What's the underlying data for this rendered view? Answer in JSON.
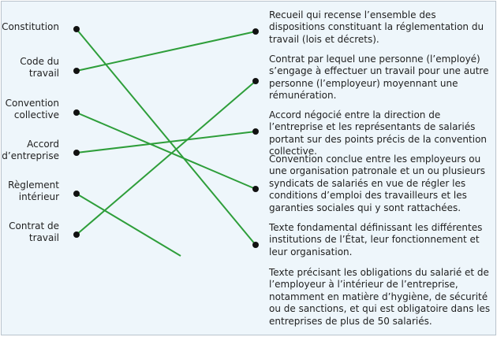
{
  "left_items": [
    {
      "label": "Constitution"
    },
    {
      "label": "Code du\ntravail"
    },
    {
      "label": "Convention\ncollective"
    },
    {
      "label": "Accord\nd’entreprise"
    },
    {
      "label": "Règlement\nintérieur"
    },
    {
      "label": "Contrat de\ntravail"
    }
  ],
  "right_items": [
    {
      "text": "Recueil qui recense l’ensemble des dispositions constituant la réglementation du travail (lois et décrets)."
    },
    {
      "text": "Contrat par lequel une personne (l’employé) s’engage à effectuer un travail pour une autre personne (l’employeur) moyennant une rémunération."
    },
    {
      "text": "Accord négocié entre la direction de l’entreprise et les représentants de salariés portant sur des points précis de la convention collective."
    },
    {
      "text": "Convention conclue entre les employeurs ou une organisation patronale et un ou plusieurs syndicats de salariés en vue de régler les conditions d’emploi des travailleurs et les garanties sociales qui y sont rattachées."
    },
    {
      "text": "Texte fondamental définissant les différentes institutions de l’État, leur fonctionnement et leur organisation."
    },
    {
      "text": "Texte précisant les obligations du salarié et de l’employeur à l’intérieur de l’entreprise, notamment en matière d’hygiène, de sécurité ou de sanctions, et qui est obligatoire dans les entreprises de plus de 50 salariés."
    }
  ],
  "colors": {
    "link_line": "#2e9e3a",
    "dot": "#111111",
    "background": "#eef6fb"
  },
  "connections": [
    {
      "from": 0,
      "to": 4
    },
    {
      "from": 1,
      "to": 0
    },
    {
      "from": 2,
      "to": 3
    },
    {
      "from": 3,
      "to": 2
    },
    {
      "from": 4,
      "to": null
    },
    {
      "from": 5,
      "to": 1
    }
  ]
}
